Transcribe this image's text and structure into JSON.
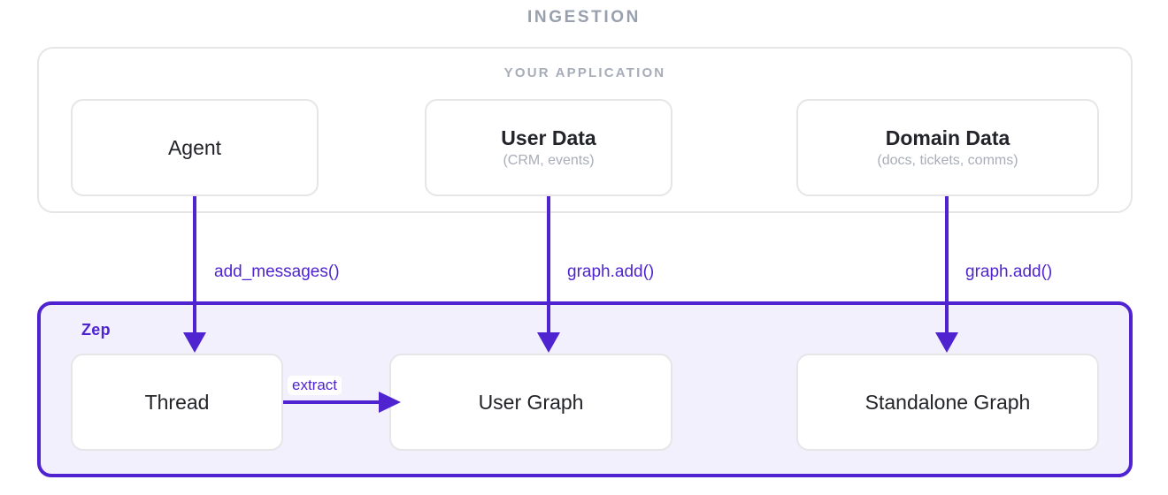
{
  "diagram": {
    "title": "INGESTION",
    "colors": {
      "accent_purple": "#4f24d0",
      "panel_fill": "#f2f0fd",
      "box_border": "#e6e6e8",
      "title_grey": "#98a0ae",
      "subtitle_grey": "#a8adb8",
      "text_dark": "#23242a"
    }
  },
  "application": {
    "label": "YOUR APPLICATION",
    "nodes": [
      {
        "title": "Agent",
        "subtitle": ""
      },
      {
        "title": "User Data",
        "subtitle": "(CRM, events)"
      },
      {
        "title": "Domain Data",
        "subtitle": "(docs, tickets, comms)"
      }
    ]
  },
  "zep": {
    "label": "Zep",
    "nodes": [
      {
        "title": "Thread",
        "subtitle": ""
      },
      {
        "title": "User Graph",
        "subtitle": ""
      },
      {
        "title": "Standalone Graph",
        "subtitle": ""
      }
    ]
  },
  "arrows": [
    {
      "label": "add_messages()",
      "from": "Agent",
      "to": "Thread"
    },
    {
      "label": "graph.add()",
      "from": "User Data",
      "to": "User Graph"
    },
    {
      "label": "graph.add()",
      "from": "Domain Data",
      "to": "Standalone Graph"
    },
    {
      "label": "extract",
      "from": "Thread",
      "to": "User Graph"
    }
  ]
}
